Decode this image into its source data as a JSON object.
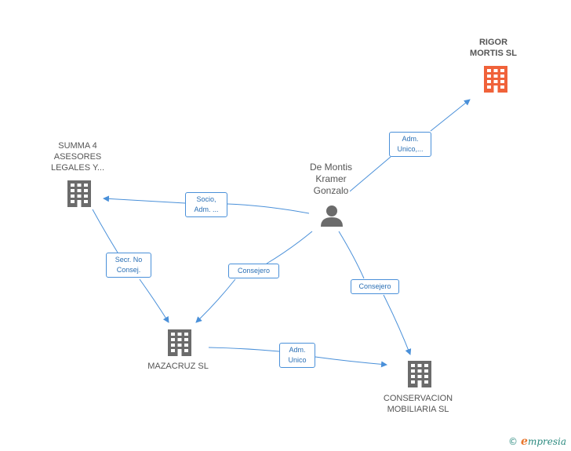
{
  "colors": {
    "edge": "#4a90d9",
    "company": "#6b6b6b",
    "company_highlight": "#f0623a",
    "person": "#6b6b6b"
  },
  "nodes": {
    "rigor": {
      "lines": [
        "RIGOR",
        "MORTIS SL"
      ],
      "icon": "building-icon",
      "highlight": true
    },
    "summa": {
      "lines": [
        "SUMMA 4",
        "ASESORES",
        "LEGALES Y..."
      ],
      "icon": "building-icon"
    },
    "person": {
      "lines": [
        "De Montis",
        "Kramer",
        "Gonzalo"
      ],
      "icon": "person-icon"
    },
    "mazacruz": {
      "lines": [
        "MAZACRUZ SL"
      ],
      "icon": "building-icon"
    },
    "conservacion": {
      "lines": [
        "CONSERVACION",
        "MOBILIARIA SL"
      ],
      "icon": "building-icon"
    }
  },
  "edges": {
    "person_rigor": {
      "lines": [
        "Adm.",
        "Unico,..."
      ]
    },
    "person_summa": {
      "lines": [
        "Socio,",
        "Adm. ..."
      ]
    },
    "summa_mazacruz": {
      "lines": [
        "Secr.  No",
        "Consej."
      ]
    },
    "person_mazacruz": {
      "lines": [
        "Consejero"
      ]
    },
    "person_conservacion": {
      "lines": [
        "Consejero"
      ]
    },
    "mazacruz_conservacion": {
      "lines": [
        "Adm.",
        "Unico"
      ]
    }
  },
  "footer": {
    "copyright": "©",
    "brand_first": "e",
    "brand_rest": "mpresia"
  }
}
